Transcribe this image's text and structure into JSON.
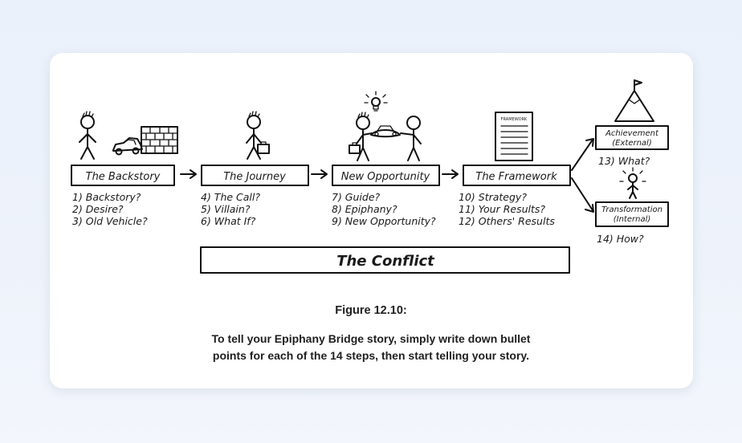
{
  "figure": {
    "label": "Figure 12.10:",
    "caption_line1": "To tell your Epiphany Bridge story, simply write down bullet",
    "caption_line2": "points for each of the 14 steps, then start telling your story."
  },
  "stages": [
    {
      "title": "The Backstory",
      "items": [
        "1) Backstory?",
        "2) Desire?",
        "3) Old Vehicle?"
      ]
    },
    {
      "title": "The Journey",
      "items": [
        "4) The Call?",
        "5)  Villain?",
        "6) What If?"
      ]
    },
    {
      "title": "New Opportunity",
      "items": [
        "7) Guide?",
        "8)  Epiphany?",
        "9) New Opportunity?"
      ]
    },
    {
      "title": "The Framework",
      "items": [
        "10) Strategy?",
        "11)  Your Results?",
        "12) Others' Results"
      ]
    }
  ],
  "outcomes": [
    {
      "title_line1": "Achievement",
      "title_line2": "(External)",
      "item": "13) What?"
    },
    {
      "title_line1": "Transformation",
      "title_line2": "(Internal)",
      "item": "14) How?"
    }
  ],
  "framework_doc_label": "FRAMEWORK",
  "conflict_label": "The Conflict"
}
